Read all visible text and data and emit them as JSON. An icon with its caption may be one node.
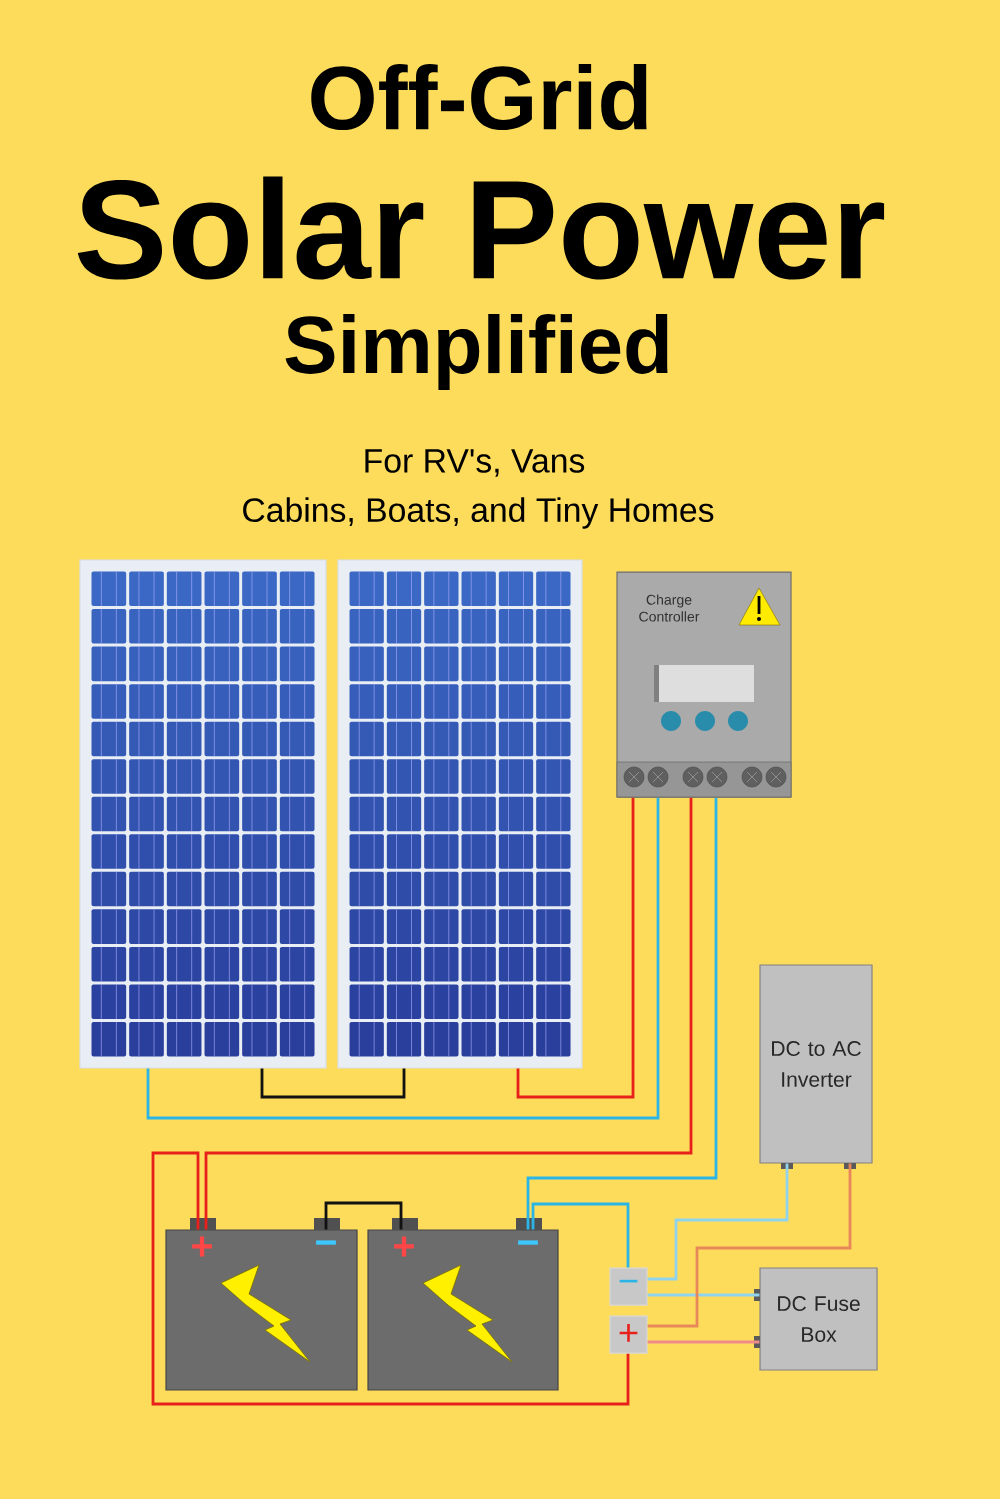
{
  "diagram": {
    "title": "Solar Power",
    "nodes": [
      {
        "text": [],
        "shape": "picture"
      },
      {
        "text": [],
        "shape": "picture"
      },
      {
        "text": [
          "Charge Controller"
        ]
      },
      {
        "text": [
          "+",
          "−"
        ]
      },
      {
        "text": [
          "+",
          "−"
        ]
      },
      {
        "text": [
          "DC to AC Inverter"
        ]
      },
      {
        "text": [
          "−"
        ]
      },
      {
        "text": [
          "+"
        ]
      },
      {
        "text": [
          "DC Fuse Box"
        ]
      }
    ],
    "edges": [
      {
        "from": 0,
        "to": 1,
        "arrow": "none",
        "color": "#111111"
      },
      {
        "from": 0,
        "to": 2,
        "arrow": "none",
        "color": "#2bb5e6"
      },
      {
        "from": 1,
        "to": 2,
        "arrow": "none",
        "color": "#e8201c"
      },
      {
        "from": 2,
        "to": 3,
        "arrow": "none",
        "color": "#e8201c"
      },
      {
        "from": 2,
        "to": 4,
        "arrow": "none",
        "color": "#2bb5e6"
      },
      {
        "from": 3,
        "to": 4,
        "arrow": "none",
        "color": "#111111"
      },
      {
        "from": 3,
        "to": 7,
        "arrow": "none",
        "color": "#e8201c"
      },
      {
        "from": 4,
        "to": 6,
        "arrow": "none",
        "color": "#2bb5e6"
      },
      {
        "from": 6,
        "to": 5,
        "arrow": "none",
        "color": "#8fd3ef"
      },
      {
        "from": 6,
        "to": 8,
        "arrow": "none",
        "color": "#8fd3ef"
      },
      {
        "from": 7,
        "to": 5,
        "arrow": "none",
        "color": "#e8875a"
      },
      {
        "from": 7,
        "to": 8,
        "arrow": "none",
        "color": "#ef8a8a"
      }
    ],
    "labels": [
      "Off-Grid",
      "Simplified",
      "For  RV's, Vans",
      "Cabins, Boats, and Tiny Homes"
    ]
  }
}
